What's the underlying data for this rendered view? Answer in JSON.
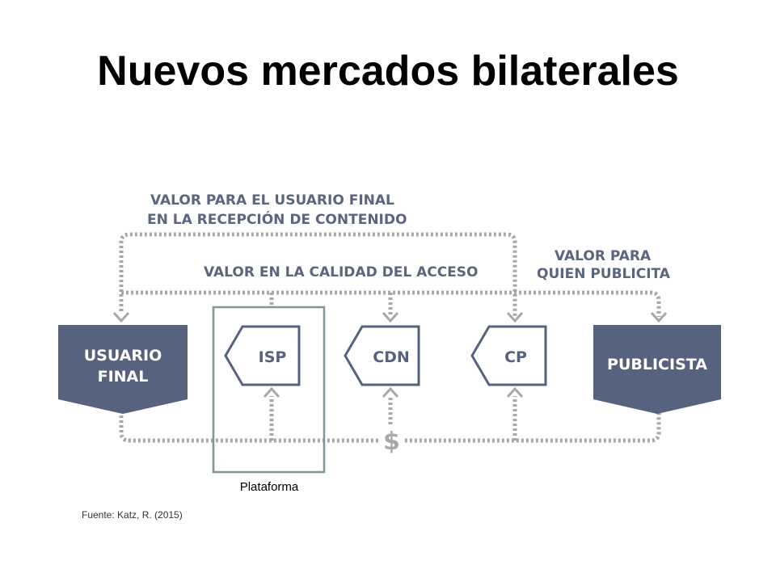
{
  "title": "Nuevos mercados bilaterales",
  "labels": {
    "valor_usuario_line1": "VALOR PARA EL USUARIO FINAL",
    "valor_usuario_line2": "EN LA RECEPCIÓN DE CONTENIDO",
    "valor_acceso": "VALOR EN LA CALIDAD DEL ACCESO",
    "valor_publicita_line1": "VALOR PARA",
    "valor_publicita_line2": "QUIEN PUBLICITA",
    "money": "$"
  },
  "nodes": {
    "usuario_line1": "USUARIO",
    "usuario_line2": "FINAL",
    "isp": "ISP",
    "cdn": "CDN",
    "cp": "CP",
    "publicista": "PUBLICISTA"
  },
  "platform_label": "Plataforma",
  "source": "Fuente: Katz, R. (2015)",
  "colors": {
    "node_fill": "#56627e",
    "node_stroke": "#56627e",
    "dashed_line": "#a8a8a8",
    "platform_frame": "#7f9699",
    "label_text": "#5a6580"
  }
}
